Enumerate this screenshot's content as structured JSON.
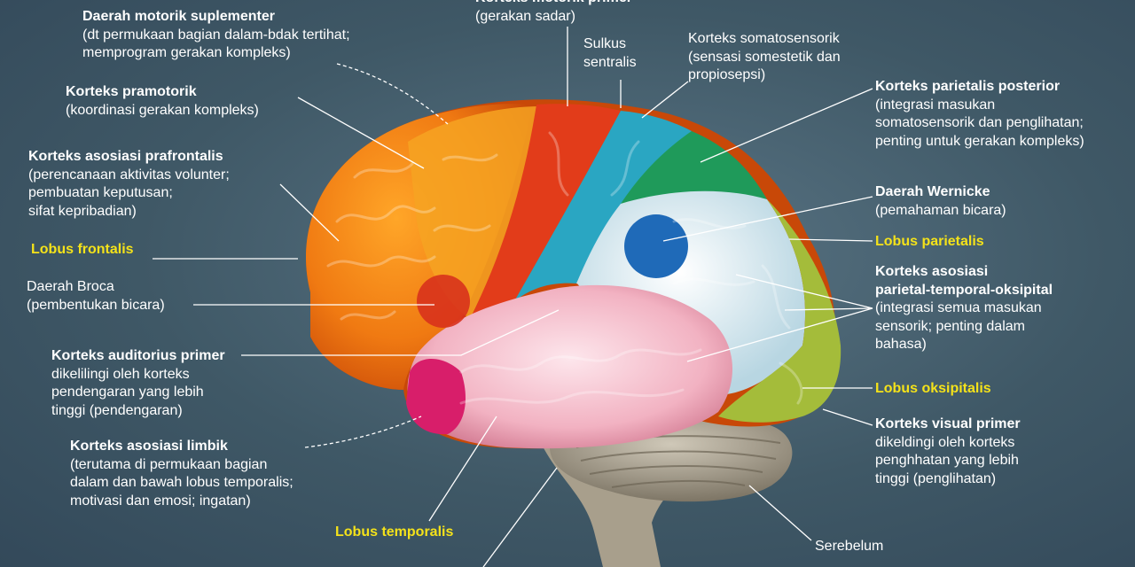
{
  "labels": {
    "supplementary_motor": {
      "title": "Daerah motorik suplementer",
      "desc": "(dt permukaan bagian dalam-bdak tertihat;\nmemprogram gerakan kompleks)"
    },
    "premotor": {
      "title": "Korteks pramotorik",
      "desc": "(koordinasi gerakan kompleks)"
    },
    "prefrontal": {
      "title": "Korteks asosiasi prafrontalis",
      "desc": "(perencanaan aktivitas volunter;\npembuatan keputusan;\nsifat kepribadian)"
    },
    "frontal_lobe": "Lobus frontalis",
    "broca": {
      "name": "Daerah Broca",
      "desc": "(pembentukan bicara)"
    },
    "auditory": {
      "title": "Korteks auditorius primer",
      "desc": "dikelilingi oleh korteks\npendengaran yang lebih\ntinggi (pendengaran)"
    },
    "limbic": {
      "title": "Korteks asosiasi limbik",
      "desc": "(terutama di permukaan bagian\ndalam dan bawah lobus temporalis;\nmotivasi dan emosi; ingatan)"
    },
    "temporal_lobe": "Lobus temporalis",
    "motor_primary": {
      "title": "Korteks motorik primer",
      "desc": "(gerakan sadar)"
    },
    "central_sulcus": "Sulkus\nsentralis",
    "somatosensory": {
      "name": "Korteks somatosensorik",
      "desc": "(sensasi somestetik dan\npropiosepsi)"
    },
    "posterior_parietal": {
      "title": "Korteks parietalis posterior",
      "desc": "(integrasi masukan\nsomatosensorik dan penglihatan;\npenting untuk gerakan kompleks)"
    },
    "wernicke": {
      "title": "Daerah Wernicke",
      "desc": "(pemahaman bicara)"
    },
    "parietal_lobe": "Lobus parietalis",
    "pto": {
      "title": "Korteks asosiasi\nparietal-temporal-oksipital",
      "desc": "(integrasi semua masukan\nsensorik; penting dalam\nbahasa)"
    },
    "occipital_lobe": "Lobus oksipitalis",
    "visual": {
      "title": "Korteks visual primer",
      "desc": "dikeldingi oleh korteks\npenghhatan yang lebih\ntinggi (penglihatan)"
    },
    "cerebellum": "Serebelum"
  },
  "colors": {
    "frontal_orange": "#f07a12",
    "premotor_yellow": "#f4a020",
    "motor_red": "#e8401c",
    "somatosensory_cyan": "#2aa6c2",
    "parietal_green": "#1f9a5a",
    "pto_white": "#e6f2f6",
    "wernicke_blue": "#1f6ab8",
    "temporal_pink": "#f2b2c2",
    "limbic_magenta": "#d81e6a",
    "occipital_olive": "#a4bc3a",
    "cerebellum_tan": "#b0a896",
    "yellow_label": "#f4e21a"
  }
}
